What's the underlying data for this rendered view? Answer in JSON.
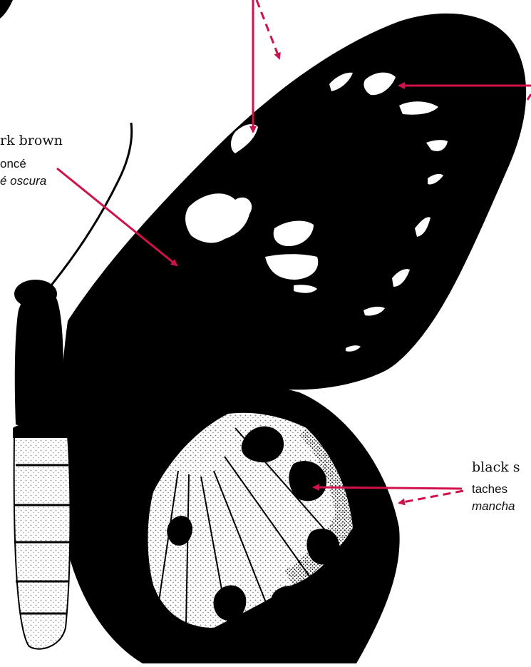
{
  "labels": {
    "dark_brown": {
      "en": "rk brown",
      "fr": "oncé",
      "es": "é oscura"
    },
    "black_spots": {
      "en": "black s",
      "fr": "taches",
      "es": "mancha"
    }
  },
  "colors": {
    "arrow": "#d0124a",
    "wing": "#000000",
    "pale": "#ffffff"
  }
}
